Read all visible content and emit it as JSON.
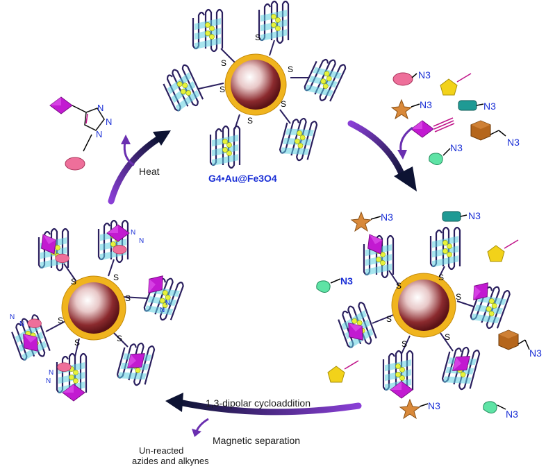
{
  "labels": {
    "nanoparticle": "G4•Au@Fe3O4",
    "heat": "Heat",
    "cycloaddition": "1,3-dipolar cycloaddition",
    "magnetic": "Magnetic separation",
    "unreacted_line1": "Un-reacted",
    "unreacted_line2": "azides and alkynes",
    "sulfur": "S",
    "azide": "N3",
    "triazole_n": "N"
  },
  "colors": {
    "core": "#7a1e22",
    "shell": "#f0b41e",
    "strand": "#2a1f5e",
    "quartet": "#5fd0e0",
    "ion": "#e6f23a",
    "alkyne_bond": "#c0168a",
    "azide_text": "#1a2fd6",
    "diamond": "#c21ad1",
    "pink_ellipse": "#ee6f9a",
    "star": "#d9893a",
    "pentagon": "#f2d21a",
    "teal_block": "#1f9a94",
    "hexagon": "#b5661c",
    "mint": "#5ee3a5",
    "arrow_dark": "#0f1640",
    "arrow_light": "#8a3fd6"
  },
  "icons": [
    "diamond-reactant-icon",
    "pink-ellipse-icon",
    "star-icon",
    "pentagon-icon",
    "teal-block-icon",
    "hexagon-icon",
    "mint-drop-icon",
    "triazole-ring-icon"
  ]
}
